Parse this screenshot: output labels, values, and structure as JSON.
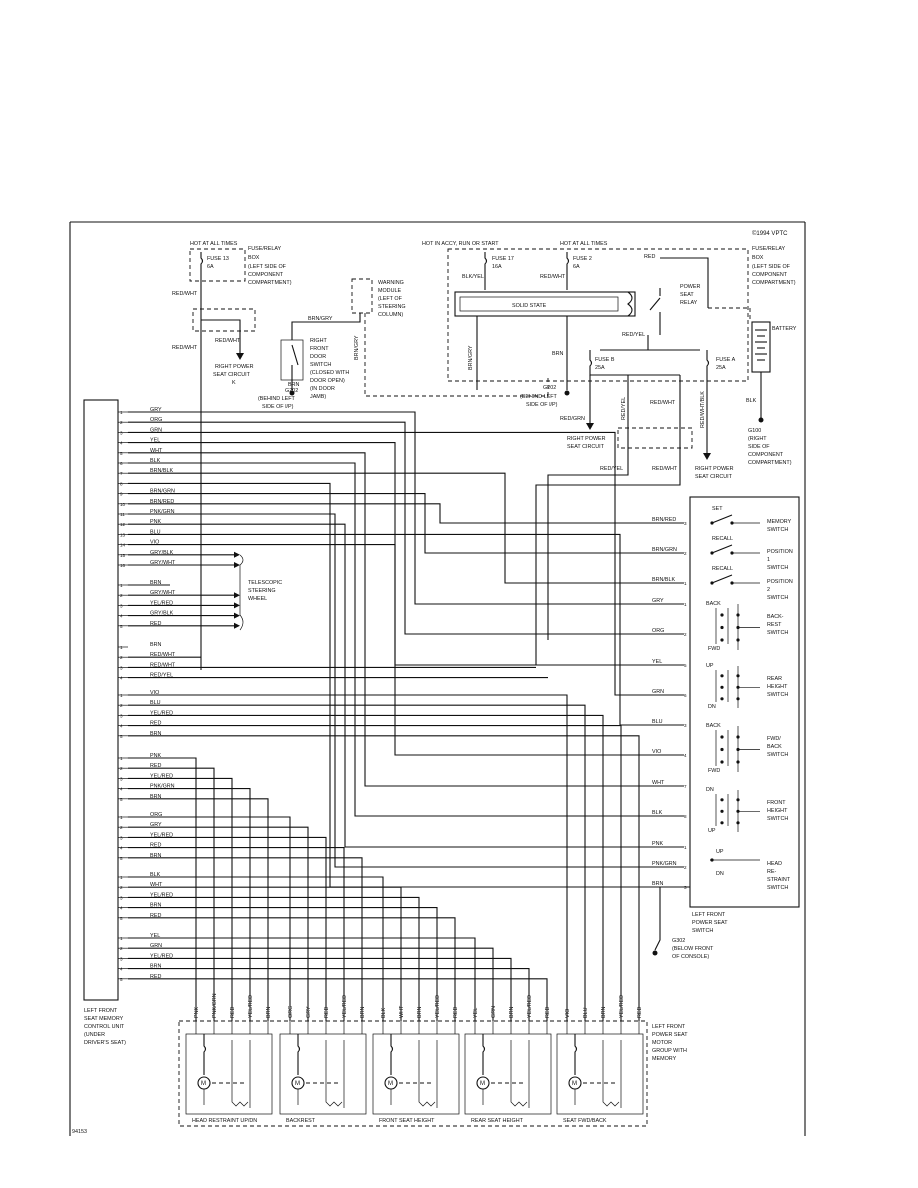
{
  "copyright": "©1994 VPTC",
  "figure_id": "94153",
  "fuse_relay_box_left": {
    "hot_label": "HOT AT ALL TIMES",
    "fuse_name": "FUSE 13",
    "fuse_rating": "6A",
    "box_label": [
      "FUSE/RELAY",
      "BOX",
      "(LEFT SIDE OF",
      "COMPONENT",
      "COMPARTMENT)"
    ],
    "wire_top": "RED/WHT",
    "wire_mid": "RED/WHT",
    "wire_out": "RED/WHT",
    "circuit_label": [
      "RIGHT POWER",
      "SEAT CIRCUIT",
      "K"
    ],
    "wire_lower": "RED/WHT"
  },
  "warning_module": {
    "label": [
      "WARNING",
      "MODULE",
      "(LEFT OF",
      "STEERING",
      "COLUMN)"
    ],
    "wire_h": "BRN/GRY",
    "wire_v": "BRN/GRY"
  },
  "door_switch": {
    "label": [
      "RIGHT",
      "FRONT",
      "DOOR",
      "SWITCH",
      "(CLOSED WITH",
      "DOOR OPEN)",
      "(IN DOOR",
      "JAMB)"
    ],
    "wire": "BRN",
    "ground_name": "G202",
    "ground_loc": [
      "(BEHIND LEFT",
      "SIDE OF I/P)"
    ]
  },
  "fuse_relay_box_right": {
    "hot_run_label": "HOT IN ACCY, RUN OR START",
    "hot_all_label": "HOT AT ALL TIMES",
    "fuse17_name": "FUSE 17",
    "fuse17_rating": "16A",
    "fuse2_name": "FUSE 2",
    "fuse2_rating": "6A",
    "wire_fuse17": "BLK/YEL",
    "wire_fuse2": "RED/WHT",
    "wire_red": "RED",
    "solid_state": "SOLID STATE",
    "relay_label": [
      "POWER",
      "SEAT",
      "RELAY"
    ],
    "relay_wire": "RED/YEL",
    "box_label": [
      "FUSE/RELAY",
      "BOX",
      "(LEFT SIDE OF",
      "COMPONENT",
      "COMPARTMENT)"
    ],
    "fuseB_name": "FUSE B",
    "fuseB_rating": "25A",
    "fuseA_name": "FUSE A",
    "fuseA_rating": "25A",
    "wire_brn": "BRN",
    "wire_brngry": "BRN/GRY",
    "pin_labels": [
      "4",
      "3",
      "9",
      "5",
      "1",
      "5",
      "2",
      "1",
      "6",
      "7",
      "8"
    ]
  },
  "battery": {
    "label": "BATTERY",
    "wire": "BLK",
    "ground_name": "G100",
    "ground_loc": [
      "(RIGHT",
      "SIDE OF",
      "COMPONENT",
      "COMPARTMENT)"
    ]
  },
  "g202_center": {
    "name": "G202",
    "loc": [
      "(BEHIND LEFT",
      "SIDE OF I/P)"
    ]
  },
  "right_power_seat": {
    "wire_redgrn": "RED/GRN",
    "label_left": [
      "RIGHT POWER",
      "SEAT CIRCUIT"
    ],
    "wire_redyel": "RED/YEL",
    "wire_redwht": "RED/WHT",
    "wire_redwht_blk": "RED/WHT/BLK",
    "label_right": [
      "RIGHT POWER",
      "SEAT CIRCUIT"
    ],
    "wire_redwht_lower": "RED/WHT"
  },
  "ecu": {
    "label": [
      "LEFT FRONT",
      "SEAT MEMORY",
      "CONTROL UNIT",
      "(UNDER",
      "DRIVER'S SEAT)"
    ],
    "groups": [
      {
        "pins": [
          {
            "n": "1",
            "color": "GRY"
          },
          {
            "n": "2",
            "color": "ORG"
          },
          {
            "n": "3",
            "color": "GRN"
          },
          {
            "n": "4",
            "color": "YEL"
          },
          {
            "n": "5",
            "color": "WHT"
          },
          {
            "n": "6",
            "color": "BLK"
          },
          {
            "n": "7",
            "color": "BRN/BLK"
          },
          {
            "n": "8",
            "color": ""
          },
          {
            "n": "9",
            "color": "BRN/GRN"
          },
          {
            "n": "10",
            "color": "BRN/RED"
          },
          {
            "n": "11",
            "color": "PNK/GRN"
          },
          {
            "n": "12",
            "color": "PNK"
          },
          {
            "n": "13",
            "color": "BLU"
          },
          {
            "n": "14",
            "color": "VIO"
          },
          {
            "n": "15",
            "color": "GRY/BLK"
          },
          {
            "n": "16",
            "color": "GRY/WHT"
          }
        ]
      },
      {
        "pins": [
          {
            "n": "1",
            "color": "BRN"
          },
          {
            "n": "2",
            "color": "GRY/WHT"
          },
          {
            "n": "3",
            "color": "YEL/RED"
          },
          {
            "n": "4",
            "color": "GRY/BLK"
          },
          {
            "n": "5",
            "color": "RED"
          }
        ]
      },
      {
        "pins": [
          {
            "n": "1",
            "color": "BRN"
          },
          {
            "n": "2",
            "color": "RED/WHT"
          },
          {
            "n": "3",
            "color": "RED/WHT"
          },
          {
            "n": "4",
            "color": "RED/YEL"
          }
        ]
      },
      {
        "pins": [
          {
            "n": "1",
            "color": "VIO"
          },
          {
            "n": "2",
            "color": "BLU"
          },
          {
            "n": "3",
            "color": "YEL/RED"
          },
          {
            "n": "4",
            "color": "RED"
          },
          {
            "n": "5",
            "color": "BRN"
          }
        ]
      },
      {
        "pins": [
          {
            "n": "1",
            "color": "PNK"
          },
          {
            "n": "2",
            "color": "RED"
          },
          {
            "n": "3",
            "color": "YEL/RED"
          },
          {
            "n": "4",
            "color": "PNK/GRN"
          },
          {
            "n": "5",
            "color": "BRN"
          }
        ]
      },
      {
        "pins": [
          {
            "n": "1",
            "color": "ORG"
          },
          {
            "n": "2",
            "color": "GRY"
          },
          {
            "n": "3",
            "color": "YEL/RED"
          },
          {
            "n": "4",
            "color": "RED"
          },
          {
            "n": "5",
            "color": "BRN"
          }
        ]
      },
      {
        "pins": [
          {
            "n": "1",
            "color": "BLK"
          },
          {
            "n": "2",
            "color": "WHT"
          },
          {
            "n": "3",
            "color": "YEL/RED"
          },
          {
            "n": "4",
            "color": "BRN"
          },
          {
            "n": "5",
            "color": "RED"
          }
        ]
      },
      {
        "pins": [
          {
            "n": "1",
            "color": "YEL"
          },
          {
            "n": "2",
            "color": "GRN"
          },
          {
            "n": "3",
            "color": "YEL/RED"
          },
          {
            "n": "4",
            "color": "BRN"
          },
          {
            "n": "5",
            "color": "RED"
          }
        ]
      }
    ]
  },
  "telescopic": {
    "label": [
      "TELESCOPIC",
      "STEERING",
      "WHEEL"
    ]
  },
  "power_seat_switch": {
    "label": [
      "LEFT FRONT",
      "POWER SEAT",
      "SWITCH"
    ],
    "wires": [
      {
        "color": "BRN/RED",
        "pin": "3"
      },
      {
        "color": "BRN/GRN",
        "pin": "2"
      },
      {
        "color": "BRN/BLK",
        "pin": "1"
      },
      {
        "color": "GRY",
        "pin": "1"
      },
      {
        "color": "ORG",
        "pin": "2"
      },
      {
        "color": "YEL",
        "pin": "5"
      },
      {
        "color": "GRN",
        "pin": "6"
      },
      {
        "color": "BLU",
        "pin": "3"
      },
      {
        "color": "VIO",
        "pin": "4"
      },
      {
        "color": "WHT",
        "pin": "7"
      },
      {
        "color": "BLK",
        "pin": "8"
      },
      {
        "color": "PNK",
        "pin": "1"
      },
      {
        "color": "PNK/GRN",
        "pin": "2"
      },
      {
        "color": "BRN",
        "pin": "3"
      }
    ],
    "switches": [
      {
        "name": [
          "MEMORY",
          "SWITCH"
        ],
        "pos": [
          "SET"
        ]
      },
      {
        "name": [
          "POSITION",
          "1",
          "SWITCH"
        ],
        "pos": [
          "RECALL"
        ]
      },
      {
        "name": [
          "POSITION",
          "2",
          "SWITCH"
        ],
        "pos": [
          "RECALL"
        ]
      },
      {
        "name": [
          "BACK-",
          "REST",
          "SWITCH"
        ],
        "pos": [
          "BACK",
          "FWD"
        ]
      },
      {
        "name": [
          "REAR",
          "HEIGHT",
          "SWITCH"
        ],
        "pos": [
          "UP",
          "DN"
        ]
      },
      {
        "name": [
          "FWD/",
          "BACK",
          "SWITCH"
        ],
        "pos": [
          "BACK",
          "FWD"
        ]
      },
      {
        "name": [
          "FRONT",
          "HEIGHT",
          "SWITCH"
        ],
        "pos": [
          "DN",
          "UP"
        ]
      },
      {
        "name": [
          "HEAD",
          "RE-",
          "STRAINT",
          "SWITCH"
        ],
        "pos": [
          "UP",
          "DN"
        ]
      }
    ]
  },
  "g302": {
    "name": "G302",
    "loc": [
      "(BELOW FRONT",
      "OF CONSOLE)"
    ]
  },
  "motor_group": {
    "label": [
      "LEFT FRONT",
      "POWER SEAT",
      "MOTOR",
      "GROUP WITH",
      "MEMORY"
    ],
    "motors": [
      {
        "name": "HEAD RESTRAINT UP/DN",
        "wires": [
          "PNK",
          "PNK/GRN",
          "RED",
          "YEL/RED",
          "BRN"
        ]
      },
      {
        "name": "BACKREST",
        "wires": [
          "ORG",
          "GRY",
          "RED",
          "YEL/RED",
          "BRN"
        ]
      },
      {
        "name": "FRONT SEAT HEIGHT",
        "wires": [
          "BLK",
          "WHT",
          "BRN",
          "YEL/RED",
          "RED"
        ]
      },
      {
        "name": "REAR SEAT HEIGHT",
        "wires": [
          "YEL",
          "GRN",
          "BRN",
          "YEL/RED",
          "RED"
        ]
      },
      {
        "name": "SEAT FWD/BACK",
        "wires": [
          "VIO",
          "BLU",
          "BRN",
          "YEL/RED",
          "RED"
        ]
      }
    ]
  }
}
